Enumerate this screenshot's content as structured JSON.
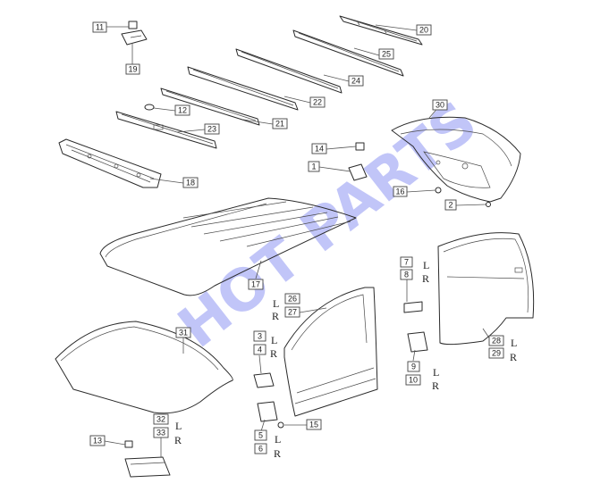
{
  "watermark": {
    "text": "HOT PARTS",
    "color": "#8e96f2"
  },
  "callouts": [
    {
      "n": "11"
    },
    {
      "n": "19"
    },
    {
      "n": "20"
    },
    {
      "n": "25"
    },
    {
      "n": "24"
    },
    {
      "n": "22"
    },
    {
      "n": "12"
    },
    {
      "n": "21"
    },
    {
      "n": "23"
    },
    {
      "n": "18"
    },
    {
      "n": "30"
    },
    {
      "n": "14"
    },
    {
      "n": "1"
    },
    {
      "n": "16"
    },
    {
      "n": "2"
    },
    {
      "n": "17"
    },
    {
      "n": "7"
    },
    {
      "n": "8"
    },
    {
      "n": "26"
    },
    {
      "n": "27"
    },
    {
      "n": "3"
    },
    {
      "n": "4"
    },
    {
      "n": "31"
    },
    {
      "n": "28"
    },
    {
      "n": "29"
    },
    {
      "n": "9"
    },
    {
      "n": "10"
    },
    {
      "n": "15"
    },
    {
      "n": "5"
    },
    {
      "n": "6"
    },
    {
      "n": "32"
    },
    {
      "n": "33"
    },
    {
      "n": "13"
    }
  ],
  "side_markers": [
    {
      "l": "L",
      "r": "R"
    },
    {
      "l": "L",
      "r": "R"
    },
    {
      "l": "L",
      "r": "R"
    },
    {
      "l": "L",
      "r": "R"
    },
    {
      "l": "L",
      "r": "R"
    },
    {
      "l": "L",
      "r": "R"
    },
    {
      "l": "L",
      "r": "R"
    }
  ]
}
